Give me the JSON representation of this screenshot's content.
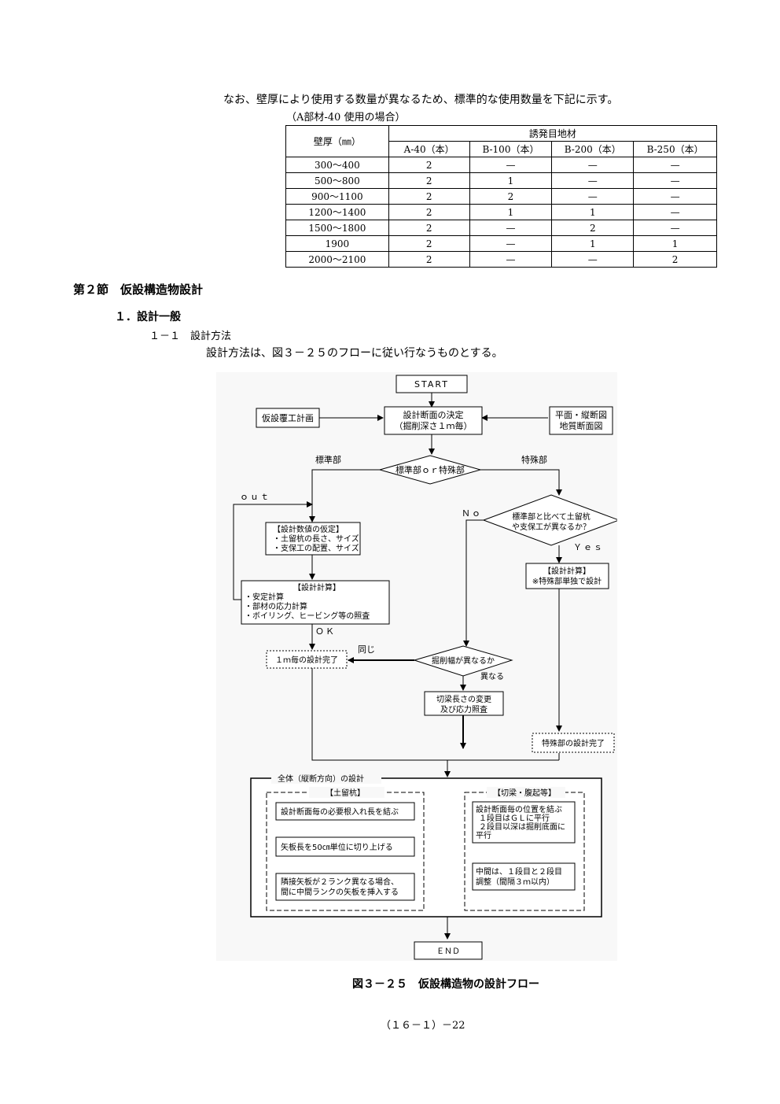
{
  "intro_text": "なお、壁厚により使用する数量が異なるため、標準的な使用数量を下記に示す。",
  "table_caption": "（A部材-40 使用の場合）",
  "table": {
    "head_row1": [
      "壁厚（㎜）",
      "誘発目地材"
    ],
    "head_row2": [
      "A-40（本）",
      "B-100（本）",
      "B-200（本）",
      "B-250（本）"
    ],
    "rows": [
      [
        "300〜400",
        "2",
        "—",
        "—",
        "—"
      ],
      [
        "500〜800",
        "2",
        "1",
        "—",
        "—"
      ],
      [
        "900〜1100",
        "2",
        "2",
        "—",
        "—"
      ],
      [
        "1200〜1400",
        "2",
        "1",
        "1",
        "—"
      ],
      [
        "1500〜1800",
        "2",
        "—",
        "2",
        "—"
      ],
      [
        "1900",
        "2",
        "—",
        "1",
        "1"
      ],
      [
        "2000〜2100",
        "2",
        "—",
        "—",
        "2"
      ]
    ]
  },
  "section_title": "第２節　仮設構造物設計",
  "subsection_title": "１．設計一般",
  "subsubsection_title": "１－１　設計方法",
  "method_text": "設計方法は、図３－２５のフローに従い行なうものとする。",
  "flow": {
    "start": "START",
    "left_input": "仮設覆工計画",
    "decide_1": "設計断面の決定",
    "decide_2": "（掘削深さ１ｍ毎）",
    "right_input_1": "平面・縦断図",
    "right_input_2": "地質断面図",
    "label_standard": "標準部",
    "label_special": "特殊部",
    "diamond_std": "標準部ｏｒ特殊部",
    "label_out": "ｏｕｔ",
    "label_no": "Ｎｏ",
    "diamond_cmp_1": "標準部と比べて土留杭",
    "diamond_cmp_2": "や支保工が異なるか？",
    "label_yes": "Ｙｅｓ",
    "assume_1": "【設計数値の仮定】",
    "assume_2": "・土留杭の長さ、サイズ",
    "assume_3": "・支保工の配置、サイズ",
    "calc_special_1": "【設計計算】",
    "calc_special_2": "※特殊部単独で設計",
    "calc_1": "【設計計算】",
    "calc_2": "・安定計算",
    "calc_3": "・部材の応力計算",
    "calc_4": "・ボイリング、ヒービング等の照査",
    "label_ok": "ＯＫ",
    "label_same": "同じ",
    "per_meter_done": "１ｍ毎の設計完了",
    "diamond_width": "掘削幅が異なるか",
    "label_diff": "異なる",
    "change_1": "切梁長さの変更",
    "change_2": "及び応力照査",
    "special_done": "特殊部の設計完了",
    "overall_title": "全体（縦断方向）の設計",
    "left_group_title": "【土留杭】",
    "pile_1": "設計断面毎の必要根入れ長を結ぶ",
    "pile_2": "矢板長を50㎝単位に切り上げる",
    "pile_3a": "隣接矢板が２ランク異なる場合、",
    "pile_3b": "間に中間ランクの矢板を挿入する",
    "right_group_title": "【切梁・腹起等】",
    "strut_1a": "設計断面毎の位置を結ぶ",
    "strut_1b": "１段目はＧＬに平行",
    "strut_1c": "２段目以深は掘削底面に",
    "strut_1d": "平行",
    "strut_2a": "中間は、１段目と２段目",
    "strut_2b": "調整（間隔３ｍ以内）",
    "end": "ＥＮＤ"
  },
  "figure_caption": "図３－２５　仮設構造物の設計フロー",
  "page_number": "（１６－１）－22"
}
